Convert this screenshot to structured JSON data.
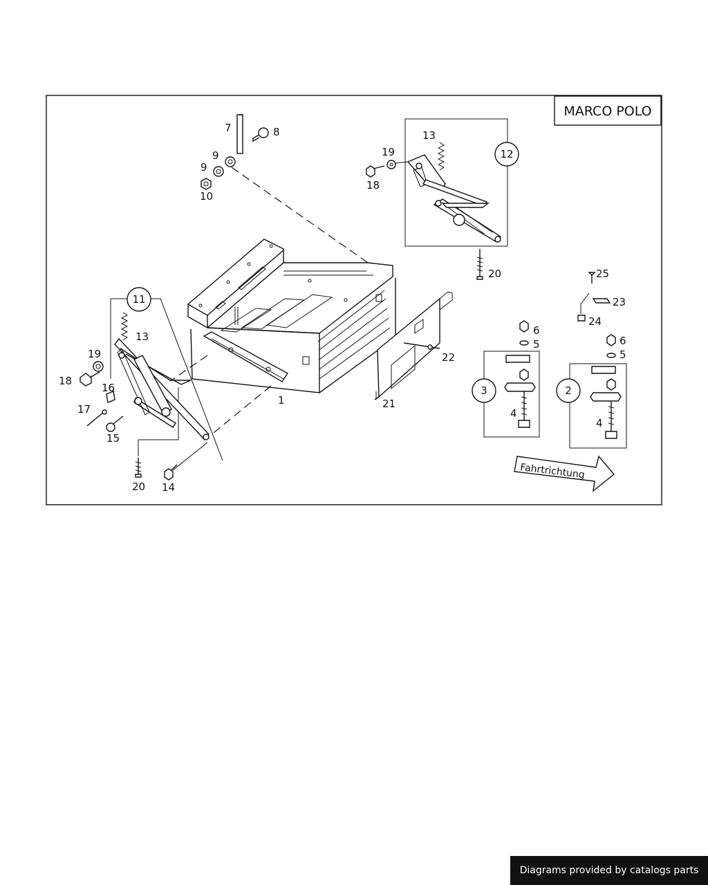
{
  "title": "MARCO POLO",
  "direction_label": "Fahrtrichtung",
  "footer": "Diagrams provided by catalogs parts",
  "callouts": [
    "11",
    "12",
    "3",
    "2"
  ],
  "part_numbers": {
    "p1": "1",
    "p4a": "4",
    "p4b": "4",
    "p5a": "5",
    "p5b": "5",
    "p6a": "6",
    "p6b": "6",
    "p7": "7",
    "p8": "8",
    "p9a": "9",
    "p9b": "9",
    "p10": "10",
    "p13a": "13",
    "p13b": "13",
    "p14": "14",
    "p15": "15",
    "p16": "16",
    "p17": "17",
    "p18a": "18",
    "p18b": "18",
    "p19a": "19",
    "p19b": "19",
    "p20a": "20",
    "p20b": "20",
    "p21": "21",
    "p22": "22",
    "p23": "23",
    "p24": "24",
    "p25": "25"
  }
}
